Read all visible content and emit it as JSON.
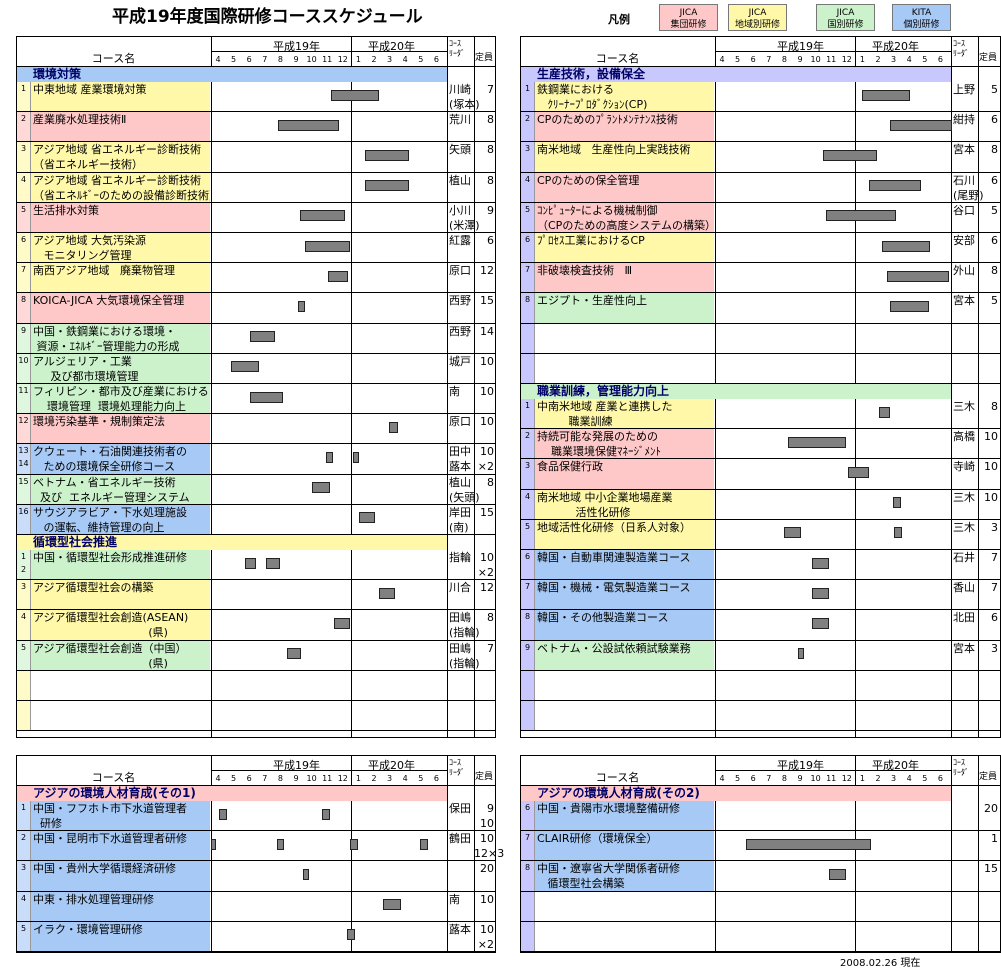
{
  "title": "平成19年度国際研修コーススケジュール",
  "legend": {
    "label": "凡例",
    "items": [
      {
        "label": "JICA\n集団研修",
        "color": "#ffc8c8"
      },
      {
        "label": "JICA\n地域別研修",
        "color": "#fff8a8"
      },
      {
        "label": "JICA\n国別研修",
        "color": "#ccf2cc"
      },
      {
        "label": "KITA\n個別研修",
        "color": "#a7c9f5"
      }
    ]
  },
  "header": {
    "course_name": "コース名",
    "year1": "平成19年",
    "year2": "平成20年",
    "months": [
      "4",
      "5",
      "6",
      "7",
      "8",
      "9",
      "10",
      "11",
      "12",
      "1",
      "2",
      "3",
      "4",
      "5",
      "6"
    ],
    "leader": "ｺｰｽ\nﾘｰﾀﾞ",
    "capacity": "定員"
  },
  "footer_date": "2008.02.26  現在",
  "panels": {
    "top_left": {
      "sections": [
        {
          "title": "環境対策",
          "color": "#a7c9f5",
          "rows": [
            {
              "num": "1",
              "name": "中東地域 産業環境対策",
              "leader": "川崎\n(塚本)",
              "cap": "7",
              "color": "y",
              "bars": [
                [
                  7.7,
                  10.8
                ]
              ]
            },
            {
              "num": "2",
              "name": "産業廃水処理技術Ⅱ",
              "leader": "荒川",
              "cap": "8",
              "color": "p",
              "bars": [
                [
                  4.3,
                  8.2
                ]
              ]
            },
            {
              "num": "3",
              "name": "アジア地域 省エネルギー診断技術\n（省エネルギー技術）",
              "leader": "矢頭",
              "cap": "8",
              "color": "y",
              "bars": [
                [
                  9.9,
                  12.7
                ]
              ]
            },
            {
              "num": "4",
              "name": "アジア地域 省エネルギー診断技術\n（省エネﾙｷﾞｰのための設備診断技術）",
              "leader": "植山",
              "cap": "8",
              "color": "y",
              "bars": [
                [
                  9.9,
                  12.7
                ]
              ]
            },
            {
              "num": "5",
              "name": "生活排水対策",
              "leader": "小川\n(米澤)",
              "cap": "9",
              "color": "p",
              "bars": [
                [
                  5.7,
                  8.6
                ]
              ]
            },
            {
              "num": "6",
              "name": "アジア地域 大気汚染源\n   モニタリング管理",
              "leader": "紅露",
              "cap": "6",
              "color": "y",
              "bars": [
                [
                  6.0,
                  8.9
                ]
              ]
            },
            {
              "num": "7",
              "name": "南西アジア地域   廃棄物管理",
              "leader": "原口",
              "cap": "12",
              "color": "y",
              "bars": [
                [
                  7.5,
                  8.8
                ]
              ]
            },
            {
              "num": "8",
              "name": "KOICA-JICA 大気環境保全管理",
              "leader": "西野",
              "cap": "15",
              "color": "p",
              "bars": [
                [
                  5.6,
                  6.0
                ]
              ]
            },
            {
              "num": "9",
              "name": "中国・鉄鋼業における環境・\n 資源・ｴﾈﾙｷﾞｰ管理能力の形成",
              "leader": "西野",
              "cap": "14",
              "color": "g",
              "bars": [
                [
                  2.5,
                  4.1
                ]
              ]
            },
            {
              "num": "10",
              "name": "アルジェリア・工業\n     及び都市環境管理",
              "leader": "城戸",
              "cap": "10",
              "color": "g",
              "bars": [
                [
                  1.3,
                  3.1
                ]
              ]
            },
            {
              "num": "11",
              "name": "フィリピン・都市及び産業における\n    環境管理  環境処理能力向上",
              "leader": "南",
              "cap": "10",
              "color": "g",
              "bars": [
                [
                  2.5,
                  4.6
                ]
              ]
            },
            {
              "num": "12",
              "name": "環境汚染基準・規制策定法",
              "leader": "原口",
              "cap": "10",
              "color": "p",
              "bars": [
                [
                  11.4,
                  12.0
                ]
              ]
            },
            {
              "num": "13\n14",
              "name": "クウェート・石油関連技術者の\n   ための環境保全研修コース",
              "leader": "田中\n蕗本",
              "cap": "10\n×2",
              "color": "b",
              "bars": [
                [
                  7.4,
                  7.8
                ],
                [
                  9.1,
                  9.5
                ]
              ]
            },
            {
              "num": "15",
              "name": "ベトナム・省エネルギー技術\n  及び  エネルギー管理システム",
              "leader": "植山\n(矢頭)",
              "cap": "8",
              "color": "g",
              "bars": [
                [
                  6.5,
                  7.6
                ]
              ]
            },
            {
              "num": "16",
              "name": "サウジアラビア・下水処理施設\n   の運転、維持管理の向上",
              "leader": "岸田\n(南)",
              "cap": "15",
              "color": "b",
              "bars": [
                [
                  9.5,
                  10.5
                ]
              ]
            }
          ]
        },
        {
          "title": "循環型社会推進",
          "color": "#fff8a8",
          "rows": [
            {
              "num": "1\n2",
              "name": "中国・循環型社会形成推進研修",
              "leader": "指輪",
              "cap": "10\n×2",
              "color": "g",
              "bars": [
                [
                  2.2,
                  2.9
                ],
                [
                  3.5,
                  4.4
                ]
              ]
            },
            {
              "num": "3",
              "name": "アジア循環型社会の構築",
              "leader": "川合",
              "cap": "12",
              "color": "y",
              "bars": [
                [
                  10.8,
                  11.8
                ]
              ]
            },
            {
              "num": "4",
              "name": "アジア循環型社会創造(ASEAN)\n                                 (県)",
              "leader": "田嶋\n(指輪)",
              "cap": "8",
              "color": "y",
              "bars": [
                [
                  7.9,
                  8.9
                ]
              ]
            },
            {
              "num": "5",
              "name": "アジア循環型社会創造（中国）\n                                 (県)",
              "leader": "田嶋\n(指輪)",
              "cap": "7",
              "color": "g",
              "bars": [
                [
                  4.9,
                  5.8
                ]
              ]
            },
            {
              "num": "",
              "name": "",
              "leader": "",
              "cap": "",
              "color": "e",
              "bars": []
            },
            {
              "num": "",
              "name": "",
              "leader": "",
              "cap": "",
              "color": "e",
              "bars": []
            }
          ]
        }
      ]
    },
    "top_right": {
      "sections": [
        {
          "title": "生産技術，設備保全",
          "color": "#c8c8ff",
          "rows": [
            {
              "num": "1",
              "name": "鉄鋼業における\n   ｸﾘｰﾅｰﾌﾟﾛﾀﾞｸｼｮﾝ(CP)",
              "leader": "上野",
              "cap": "5",
              "color": "y",
              "bars": [
                [
                  9.4,
                  12.5
                ]
              ]
            },
            {
              "num": "2",
              "name": "CPのためのﾌﾟﾗﾝﾄﾒﾝﾃﾅﾝｽ技術",
              "leader": "紺持",
              "cap": "6",
              "color": "p",
              "bars": [
                [
                  11.2,
                  15.2
                ]
              ]
            },
            {
              "num": "3",
              "name": "南米地域   生産性向上実践技術",
              "leader": "宮本",
              "cap": "8",
              "color": "y",
              "bars": [
                [
                  6.9,
                  10.4
                ]
              ]
            },
            {
              "num": "4",
              "name": "CPのための保全管理",
              "leader": "石川\n(尾野)",
              "cap": "6",
              "color": "p",
              "bars": [
                [
                  9.9,
                  13.2
                ]
              ]
            },
            {
              "num": "5",
              "name": "ｺﾝﾋﾟｭｰﾀｰによる機械制御\n（CPのための高度システムの構築）",
              "leader": "谷口",
              "cap": "5",
              "color": "p",
              "bars": [
                [
                  7.1,
                  11.6
                ]
              ]
            },
            {
              "num": "6",
              "name": "ﾌﾟﾛｾｽ工業におけるCP",
              "leader": "安部",
              "cap": "6",
              "color": "y",
              "bars": [
                [
                  10.7,
                  13.8
                ]
              ]
            },
            {
              "num": "7",
              "name": "非破壊検査技術   Ⅲ",
              "leader": "外山",
              "cap": "8",
              "color": "p",
              "bars": [
                [
                  11.0,
                  15.0
                ]
              ]
            },
            {
              "num": "8",
              "name": "エジプト・生産性向上",
              "leader": "宮本",
              "cap": "5",
              "color": "g",
              "bars": [
                [
                  11.2,
                  13.7
                ]
              ]
            },
            {
              "num": "",
              "name": "",
              "leader": "",
              "cap": "",
              "color": "e",
              "bars": []
            },
            {
              "num": "",
              "name": "",
              "leader": "",
              "cap": "",
              "color": "e",
              "bars": []
            }
          ]
        },
        {
          "title": "職業訓練，管理能力向上",
          "color": "#ccf2cc",
          "rows": [
            {
              "num": "1",
              "name": "中南米地域 産業と連携した\n         職業訓練",
              "leader": "三木",
              "cap": "8",
              "color": "y",
              "bars": [
                [
                  10.5,
                  11.2
                ]
              ]
            },
            {
              "num": "2",
              "name": "持続可能な発展のための\n    職業環境保健ﾏﾈｰｼﾞﾒﾝﾄ",
              "leader": "高橋",
              "cap": "10",
              "color": "p",
              "bars": [
                [
                  4.7,
                  8.4
                ]
              ]
            },
            {
              "num": "3",
              "name": "食品保健行政",
              "leader": "寺崎",
              "cap": "10",
              "color": "p",
              "bars": [
                [
                  8.5,
                  9.9
                ]
              ]
            },
            {
              "num": "4",
              "name": "南米地域 中小企業地場産業\n           活性化研修",
              "leader": "三木",
              "cap": "10",
              "color": "y",
              "bars": [
                [
                  11.4,
                  11.9
                ]
              ]
            },
            {
              "num": "5",
              "name": "地域活性化研修（日系人対象）",
              "leader": "三木",
              "cap": "3",
              "color": "y",
              "bars": [
                [
                  4.4,
                  5.5
                ],
                [
                  11.5,
                  12.0
                ]
              ]
            },
            {
              "num": "6",
              "name": "韓国・自動車関連製造業コース",
              "leader": "石井",
              "cap": "7",
              "color": "b",
              "bars": [
                [
                  6.2,
                  7.3
                ]
              ]
            },
            {
              "num": "7",
              "name": "韓国・機械・電気製造業コース",
              "leader": "香山",
              "cap": "7",
              "color": "b",
              "bars": [
                [
                  6.2,
                  7.3
                ]
              ]
            },
            {
              "num": "8",
              "name": "韓国・その他製造業コース",
              "leader": "北田",
              "cap": "6",
              "color": "b",
              "bars": [
                [
                  6.2,
                  7.3
                ]
              ]
            },
            {
              "num": "9",
              "name": "ベトナム・公設試依頼試験業務",
              "leader": "宮本",
              "cap": "3",
              "color": "g",
              "bars": [
                [
                  5.3,
                  5.7
                ]
              ]
            },
            {
              "num": "",
              "name": "",
              "leader": "",
              "cap": "",
              "color": "e",
              "bars": []
            },
            {
              "num": "",
              "name": "",
              "leader": "",
              "cap": "",
              "color": "e",
              "bars": []
            }
          ]
        }
      ]
    },
    "bottom_left": {
      "sections": [
        {
          "title": "アジアの環境人材育成(その1)",
          "color": "#ffc8c8",
          "rows": [
            {
              "num": "1",
              "name": "中国・フフホト市下水道管理者\n  研修",
              "leader": "保田",
              "cap": "9\n10",
              "color": "b",
              "bars": [
                [
                  0.5,
                  1.0
                ],
                [
                  7.1,
                  7.6
                ]
              ]
            },
            {
              "num": "2",
              "name": "中国・昆明市下水道管理者研修",
              "leader": "鶴田",
              "cap": "10\n12×3",
              "color": "b",
              "bars": [
                [
                  0.0,
                  0.3
                ],
                [
                  4.2,
                  4.7
                ],
                [
                  8.9,
                  9.4
                ],
                [
                  13.4,
                  13.9
                ]
              ]
            },
            {
              "num": "3",
              "name": "中国・貴州大学循環経済研修",
              "leader": "",
              "cap": "20",
              "color": "b",
              "bars": [
                [
                  5.9,
                  6.3
                ]
              ]
            },
            {
              "num": "4",
              "name": "中東・排水処理管理研修",
              "leader": "南",
              "cap": "10",
              "color": "b",
              "bars": [
                [
                  11.0,
                  12.2
                ]
              ]
            },
            {
              "num": "5",
              "name": "イラク・環境管理研修",
              "leader": "蕗本",
              "cap": "10\n×2",
              "color": "b",
              "bars": [
                [
                  8.7,
                  9.2
                ]
              ]
            }
          ]
        }
      ]
    },
    "bottom_right": {
      "sections": [
        {
          "title": "アジアの環境人材育成(その2)",
          "color": "#ffc8c8",
          "rows": [
            {
              "num": "6",
              "name": "中国・貴陽市水環境整備研修",
              "leader": "",
              "cap": "20",
              "color": "b",
              "bars": []
            },
            {
              "num": "7",
              "name": "CLAIR研修（環境保全）",
              "leader": "",
              "cap": "1",
              "color": "b",
              "bars": [
                [
                  2.0,
                  10.0
                ]
              ]
            },
            {
              "num": "8",
              "name": "中国・遼寧省大学関係者研修\n   循環型社会構築",
              "leader": "",
              "cap": "15",
              "color": "b",
              "bars": [
                [
                  7.3,
                  8.4
                ]
              ]
            },
            {
              "num": "",
              "name": "",
              "leader": "",
              "cap": "",
              "color": "e",
              "bars": []
            },
            {
              "num": "",
              "name": "",
              "leader": "",
              "cap": "",
              "color": "e",
              "bars": []
            }
          ]
        }
      ]
    }
  }
}
